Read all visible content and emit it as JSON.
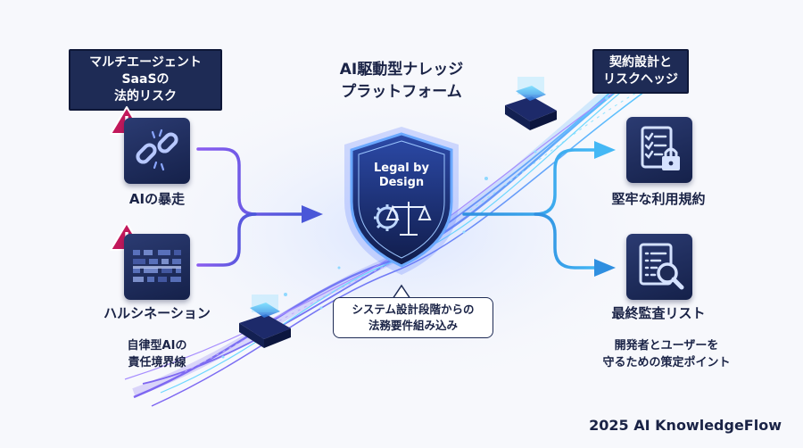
{
  "left_header": [
    "マルチエージェントSaaSの",
    "法的リスク"
  ],
  "center_title": [
    "AI駆動型ナレッジ",
    "プラットフォーム"
  ],
  "right_header": [
    "契約設計と",
    "リスクヘッジ"
  ],
  "shield_label": [
    "Legal by",
    "Design"
  ],
  "risks": [
    {
      "icon": "broken-link-icon",
      "label": "AIの暴走"
    },
    {
      "icon": "blurred-data-icon",
      "label": "ハルシネーション"
    }
  ],
  "left_note": [
    "自律型AIの",
    "責任境界線"
  ],
  "callout": [
    "システム設計段階からの",
    "法務要件組み込み"
  ],
  "outcomes": [
    {
      "icon": "contract-lock-icon",
      "label": "堅牢な利用規約"
    },
    {
      "icon": "audit-list-icon",
      "label": "最終監査リスト"
    }
  ],
  "right_note": [
    "開発者とユーザーを",
    "守るための策定ポイント"
  ],
  "footer": "2025 AI KnowledgeFlow",
  "colors": {
    "navy": "#1e2b55",
    "text": "#1a2346",
    "flow_blue": "#3aa9f0",
    "flow_purple": "#8a5cf0",
    "warning": "#c2185b"
  }
}
